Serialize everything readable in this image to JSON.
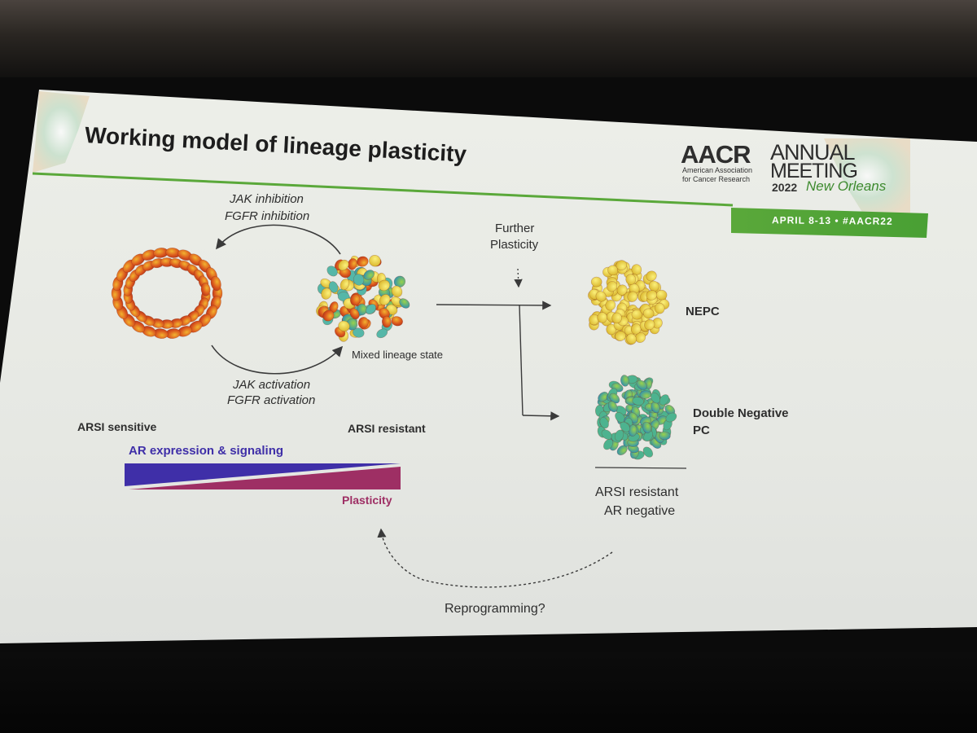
{
  "slide": {
    "title": "Working model of lineage plasticity",
    "logo": {
      "wordmark": "AACR",
      "org_name": "American Association\nfor Cancer Research",
      "meeting_line1": "ANNUAL",
      "meeting_line2": "MEETING",
      "year": "2022",
      "city": "New Orleans",
      "dates_banner": "APRIL 8-13 • #AACR22"
    },
    "diagram": {
      "top_arrow_line1": "JAK inhibition",
      "top_arrow_line2": "FGFR inhibition",
      "bottom_arrow_line1": "JAK activation",
      "bottom_arrow_line2": "FGFR activation",
      "mixed_state_label": "Mixed lineage state",
      "further_line1": "Further",
      "further_line2": "Plasticity",
      "nepc_label": "NEPC",
      "dnpc_line1": "Double Negative",
      "dnpc_line2": "PC",
      "sensitive_label": "ARSI sensitive",
      "resistant_label": "ARSI resistant",
      "ar_expression_label": "AR expression & signaling",
      "plasticity_label": "Plasticity",
      "final_line1": "ARSI resistant",
      "final_line2": "AR negative",
      "reprogramming_label": "Reprogramming?"
    },
    "colors": {
      "accent_green": "#5aa83a",
      "ar_bar": "#3f2fa8",
      "plasticity_bar": "#9e2f64",
      "ring_cell_orange": "#d9531e",
      "nepc_yellow": "#e8d23a",
      "dnpc_teal": "#3fb0a0"
    }
  }
}
